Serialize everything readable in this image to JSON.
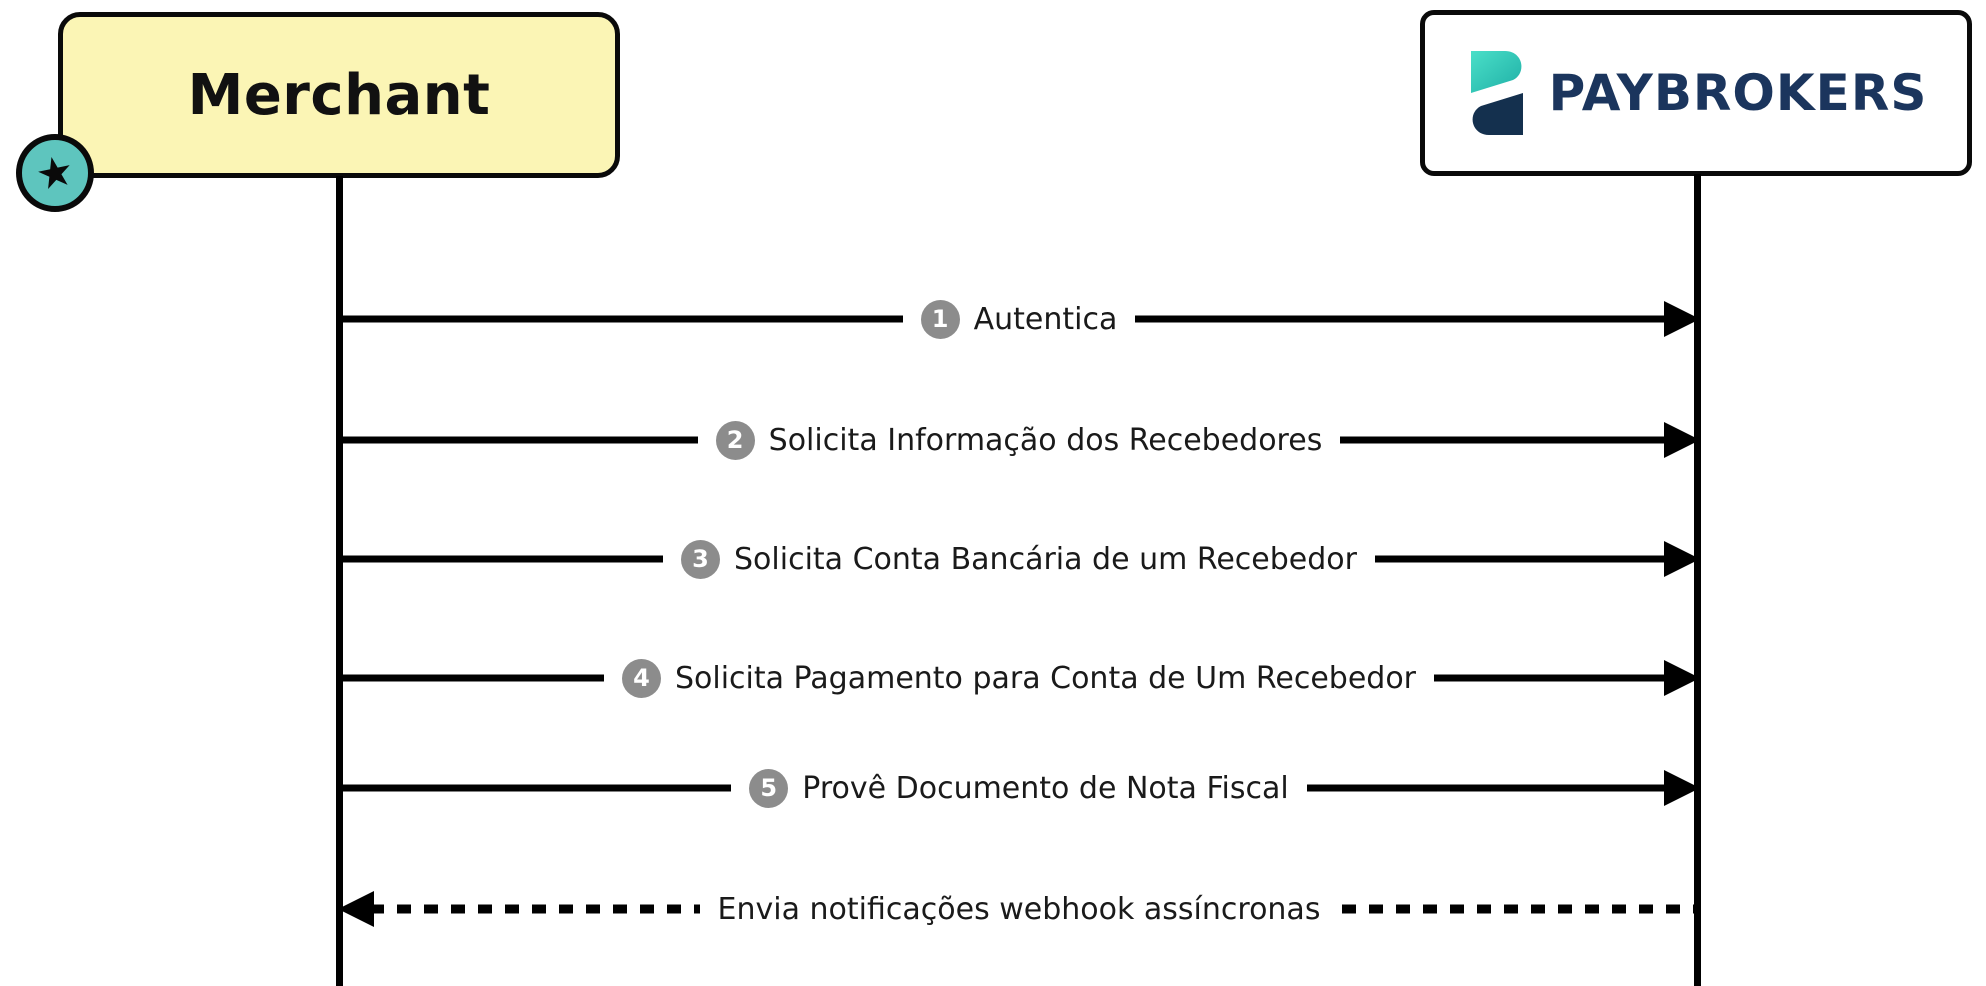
{
  "diagram": {
    "actors": [
      {
        "id": "merchant",
        "label": "Merchant"
      },
      {
        "id": "paybrokers",
        "label": "PAYBROKERS"
      }
    ],
    "star_glyph": "★",
    "messages": [
      {
        "num": "1",
        "label": "Autentica",
        "style": "solid",
        "direction": "right",
        "from": "merchant",
        "to": "paybrokers"
      },
      {
        "num": "2",
        "label": "Solicita Informação dos Recebedores",
        "style": "solid",
        "direction": "right",
        "from": "merchant",
        "to": "paybrokers"
      },
      {
        "num": "3",
        "label": "Solicita Conta Bancária de um Recebedor",
        "style": "solid",
        "direction": "right",
        "from": "merchant",
        "to": "paybrokers"
      },
      {
        "num": "4",
        "label": "Solicita Pagamento para Conta de Um Recebedor",
        "style": "solid",
        "direction": "right",
        "from": "merchant",
        "to": "paybrokers"
      },
      {
        "num": "5",
        "label": "Provê Documento de Nota Fiscal",
        "style": "solid",
        "direction": "right",
        "from": "merchant",
        "to": "paybrokers"
      },
      {
        "num": "",
        "label": "Envia notificações webhook assíncronas",
        "style": "dotted",
        "direction": "left",
        "from": "paybrokers",
        "to": "merchant"
      }
    ],
    "colors": {
      "merchant_fill": "#FBF5B5",
      "line_black": "#000000",
      "badge_gray": "#8C8C8C",
      "star_teal": "#5EC5BE",
      "logo_teal": "#35C9BB",
      "logo_navy": "#14304E",
      "brand_text": "#1B355D"
    }
  }
}
